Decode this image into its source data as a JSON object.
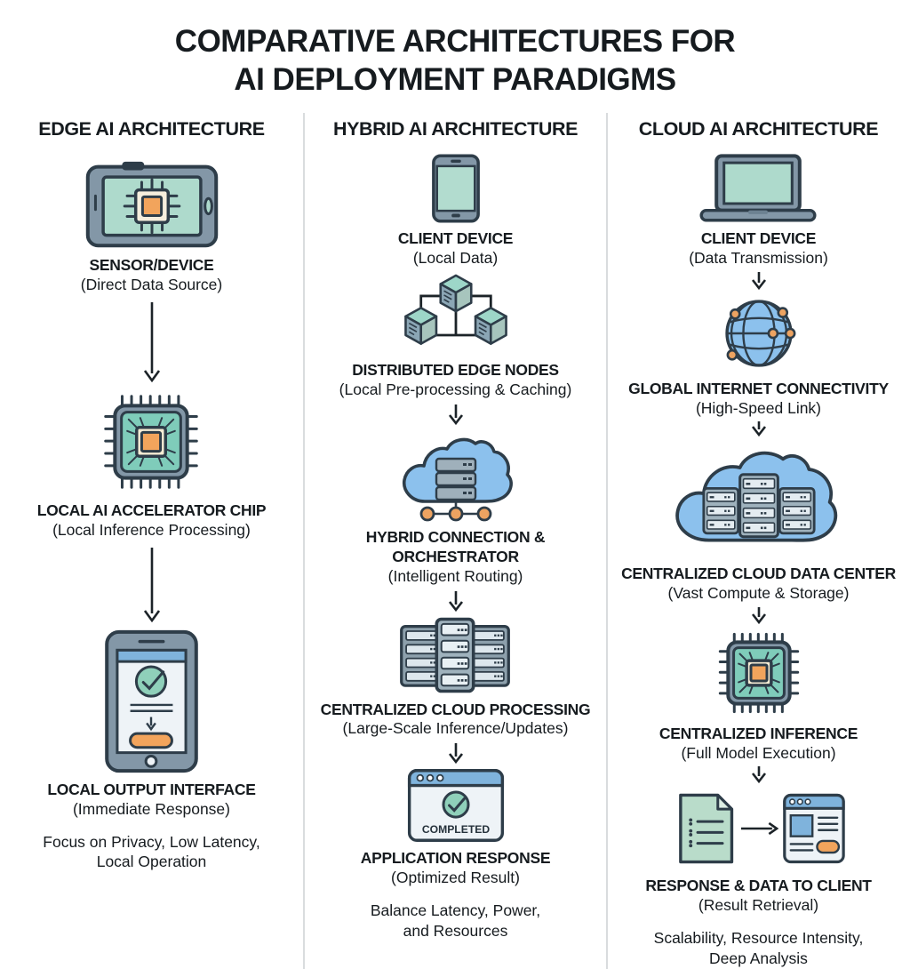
{
  "title": {
    "line1": "COMPARATIVE ARCHITECTURES FOR",
    "line2": "AI DEPLOYMENT PARADIGMS"
  },
  "columns": [
    {
      "header": "EDGE AI ARCHITECTURE",
      "items": [
        {
          "icon": "tablet-sensor",
          "title": "SENSOR/DEVICE",
          "subtitle": "(Direct Data Source)"
        },
        {
          "icon": "accelerator-chip",
          "title": "LOCAL AI ACCELERATOR CHIP",
          "subtitle": "(Local Inference Processing)"
        },
        {
          "icon": "phone-output",
          "title": "LOCAL OUTPUT INTERFACE",
          "subtitle": "(Immediate Response)"
        }
      ],
      "footer_line1": "Focus on Privacy, Low Latency,",
      "footer_line2": "Local Operation"
    },
    {
      "header": "HYBRID AI ARCHITECTURE",
      "items": [
        {
          "icon": "smartphone",
          "title": "CLIENT DEVICE",
          "subtitle": "(Local Data)"
        },
        {
          "icon": "edge-nodes",
          "title": "DISTRIBUTED EDGE NODES",
          "subtitle": "(Local Pre-processing & Caching)"
        },
        {
          "icon": "cloud-orchestrator",
          "title": "HYBRID CONNECTION & ORCHESTRATOR",
          "subtitle": "(Intelligent Routing)"
        },
        {
          "icon": "server-racks",
          "title": "CENTRALIZED CLOUD PROCESSING",
          "subtitle": "(Large-Scale Inference/Updates)"
        },
        {
          "icon": "browser-completed",
          "title": "APPLICATION RESPONSE",
          "subtitle": "(Optimized Result)",
          "icon_text": "COMPLETED"
        }
      ],
      "footer_line1": "Balance Latency, Power,",
      "footer_line2": "and Resources"
    },
    {
      "header": "CLOUD AI ARCHITECTURE",
      "items": [
        {
          "icon": "laptop",
          "title": "CLIENT DEVICE",
          "subtitle": "(Data Transmission)"
        },
        {
          "icon": "globe",
          "title": "GLOBAL INTERNET CONNECTIVITY",
          "subtitle": "(High-Speed Link)"
        },
        {
          "icon": "cloud-datacenter",
          "title": "CENTRALIZED CLOUD DATA CENTER",
          "subtitle": "(Vast Compute & Storage)"
        },
        {
          "icon": "inference-chip",
          "title": "CENTRALIZED INFERENCE",
          "subtitle": "(Full Model Execution)"
        },
        {
          "icon": "doc-to-browser",
          "title": "RESPONSE & DATA TO CLIENT",
          "subtitle": "(Result Retrieval)"
        }
      ],
      "footer_line1": "Scalability, Resource Intensity,",
      "footer_line2": "Deep Analysis"
    }
  ],
  "colors": {
    "outline": "#2e3d49",
    "screen_teal": "#aedacc",
    "chip_teal": "#7fccba",
    "orange": "#f2a45c",
    "node_orange": "#eda361",
    "cloud_blue": "#8cc1ed",
    "header_blue": "#7fb3dc",
    "device_gray": "#8397a7",
    "panel_light": "#eef3f7",
    "check_green": "#8fd0ba"
  }
}
